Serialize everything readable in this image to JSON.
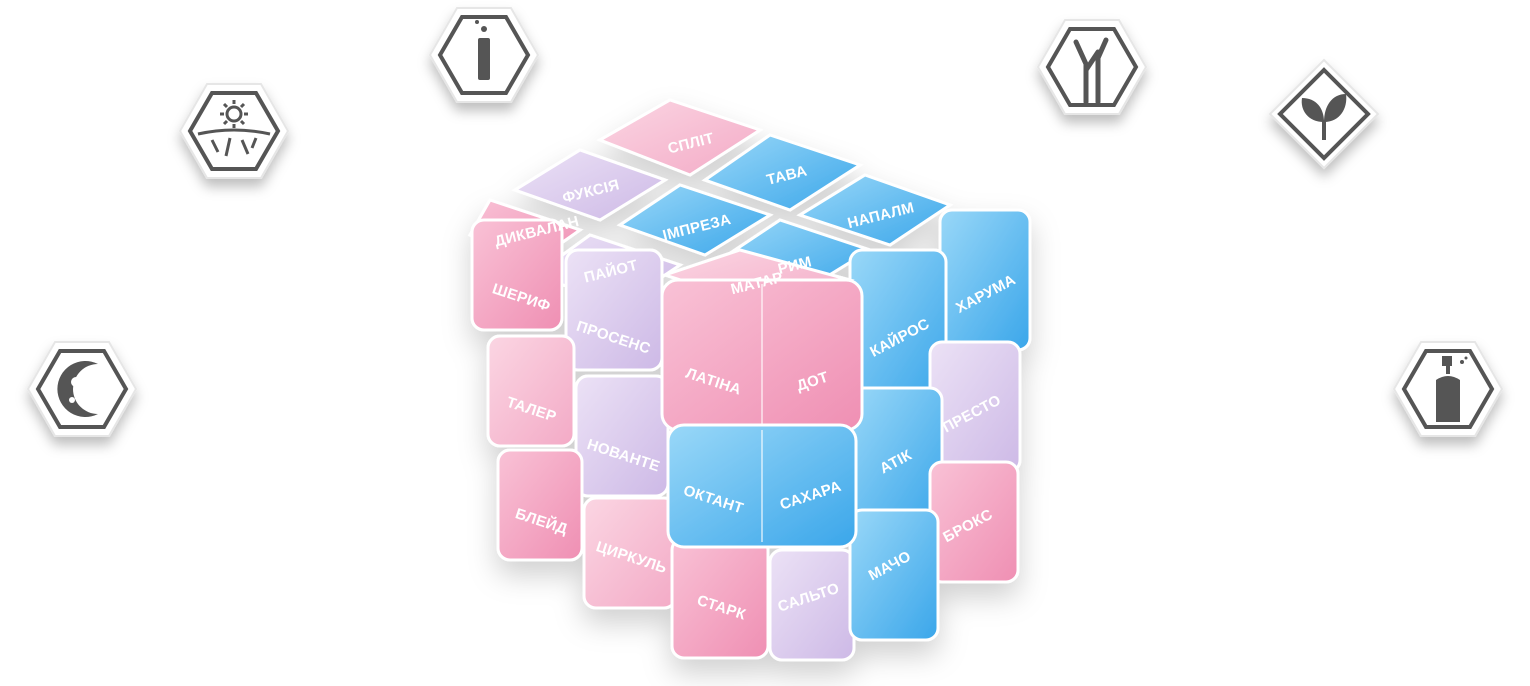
{
  "icons": [
    {
      "name": "spray-droplet-icon"
    },
    {
      "name": "sun-soil-icon"
    },
    {
      "name": "moon-craters-icon"
    },
    {
      "name": "branch-icon"
    },
    {
      "name": "leaves-icon"
    },
    {
      "name": "perfume-bottle-icon"
    }
  ],
  "cube": {
    "top": [
      "СПЛІТ",
      "ФУКСІЯ",
      "ТАВА",
      "ДИКВАЛАН",
      "ІМПРЕЗА",
      "НАПАЛМ",
      "ПАЙОТ",
      "РИМ"
    ],
    "front": [
      "ШЕРИФ",
      "ПРОСЕНС",
      "ТАЛЕР",
      "НОВАНТЕ",
      "БЛЕЙД",
      "ЦИРКУЛЬ",
      "СТАРК",
      "САЛЬТО"
    ],
    "side": [
      "ХАРУМА",
      "КАЙРОС",
      "ПРЕСТО",
      "АТІК",
      "БРОКС",
      "МАЧО"
    ],
    "corner_piece": {
      "top": "МАТАР",
      "front": "ЛАТІНА",
      "side": "ДОТ"
    },
    "blue_piece": {
      "front": "ОКТАНТ",
      "side": "САХАРА"
    }
  },
  "colors": {
    "pink": "#f4a9c4",
    "pink_light": "#f7c6d8",
    "lavender": "#dcc8ec",
    "blue": "#53b8f0",
    "blue_light": "#8fd1f6"
  }
}
